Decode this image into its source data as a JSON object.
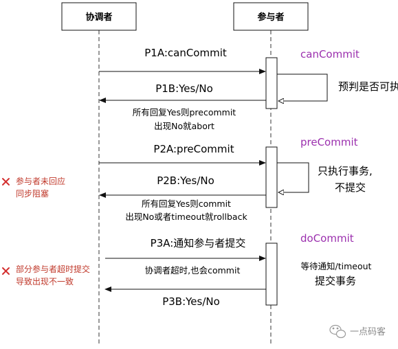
{
  "participants": {
    "coordinator": "协调者",
    "participant": "参与者"
  },
  "phases": {
    "can_commit": {
      "title": "canCommit",
      "p1a": "P1A:canCommit",
      "self_note": "预判是否可执行",
      "p1b": "P1B:Yes/No",
      "rule_line1": "所有回复Yes则precommit",
      "rule_line2": "出现No就abort"
    },
    "pre_commit": {
      "title": "preCommit",
      "p2a": "P2A:preCommit",
      "self_note_line1": "只执行事务,",
      "self_note_line2": "不提交",
      "p2b": "P2B:Yes/No",
      "rule_line1": "所有回复Yes则commit",
      "rule_line2": "出现No或者timeout就rollback"
    },
    "do_commit": {
      "title": "doCommit",
      "p3a": "P3A:通知参与者提交",
      "timeout_note": "协调者超时,也会commit",
      "waiting_line1": "等待通知/timeout",
      "waiting_line2": "提交事务",
      "p3b": "P3B:Yes/No"
    }
  },
  "problems": {
    "problem1_line1": "参与者未回应",
    "problem1_line2": "同步阻塞",
    "problem2_line1": "部分参与者超时提交",
    "problem2_line2": "导致出现不一致"
  },
  "watermark": "一点码客",
  "colors": {
    "phase_title": "#9b2fae",
    "problem_text": "#c0392b",
    "problem_mark": "#d32f2f"
  }
}
